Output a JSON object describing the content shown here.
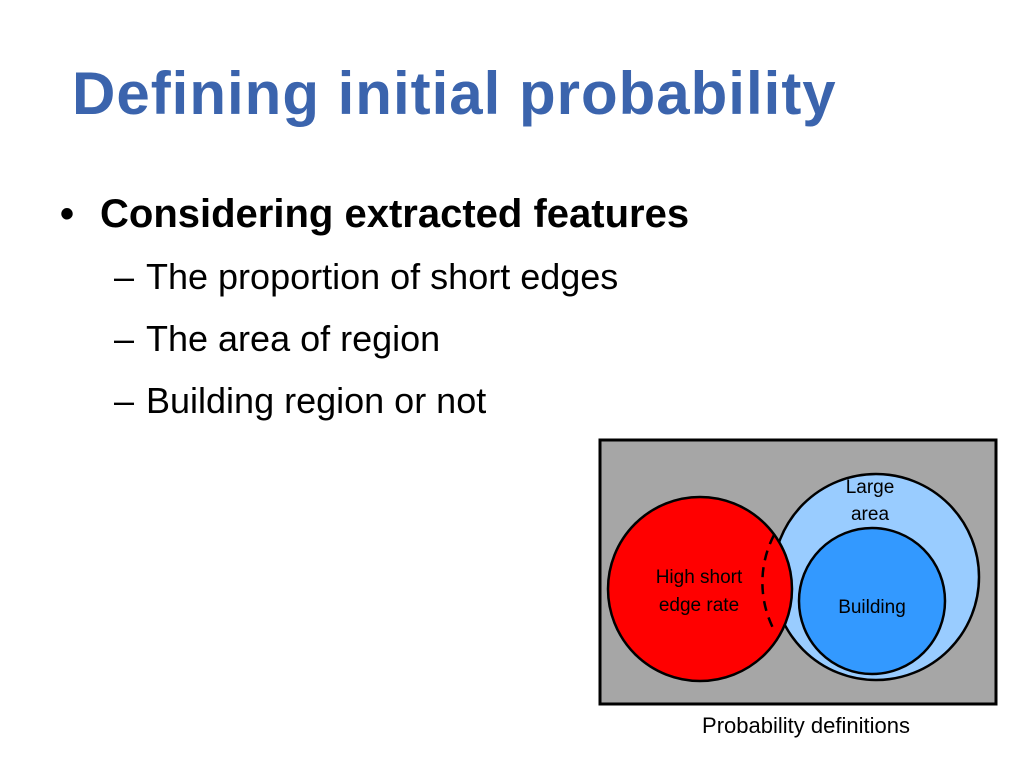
{
  "slide": {
    "title": "Defining initial probability",
    "bullet": {
      "marker": "•",
      "text": "Considering extracted features"
    },
    "sub_items": [
      {
        "marker": "–",
        "text": "The proportion of short edges"
      },
      {
        "marker": "–",
        "text": "The area of region"
      },
      {
        "marker": "–",
        "text": "Building region or not"
      }
    ]
  },
  "diagram": {
    "labels": {
      "large_area_line1": "Large",
      "large_area_line2": "area",
      "high_short_line1": "High short",
      "high_short_line2": "edge rate",
      "building": "Building"
    },
    "caption": "Probability definitions"
  },
  "colors": {
    "title": "#3b64ad",
    "diagram_background": "#a6a6a6",
    "large_area_fill": "#99ccff",
    "high_short_edge_fill": "#ff0000",
    "building_fill": "#3399ff"
  }
}
